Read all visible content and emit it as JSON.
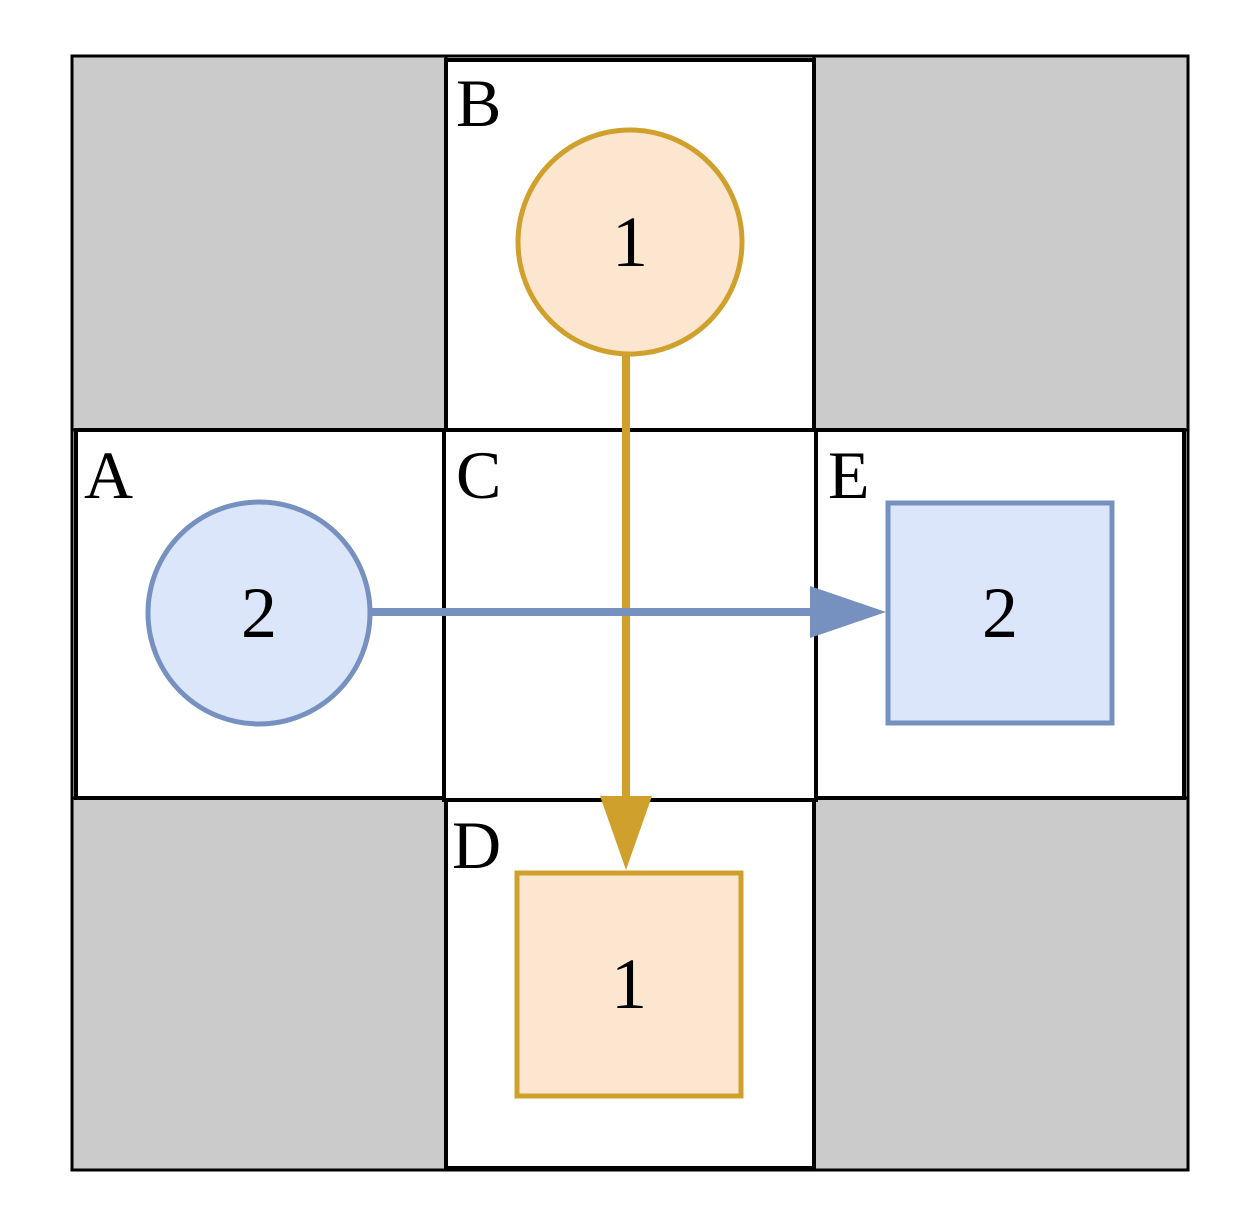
{
  "colors": {
    "blocked": "#cbcbcb",
    "open": "#ffffff",
    "grid_line": "#000000",
    "agent1_stroke": "#d0a02d",
    "agent1_fill": "#fde6d0",
    "agent2_stroke": "#7690c0",
    "agent2_fill": "#dce6fa"
  },
  "cells": {
    "A": "A",
    "B": "B",
    "C": "C",
    "D": "D",
    "E": "E"
  },
  "agents": {
    "agent1": {
      "start_label": "1",
      "goal_label": "1"
    },
    "agent2": {
      "start_label": "2",
      "goal_label": "2"
    }
  }
}
